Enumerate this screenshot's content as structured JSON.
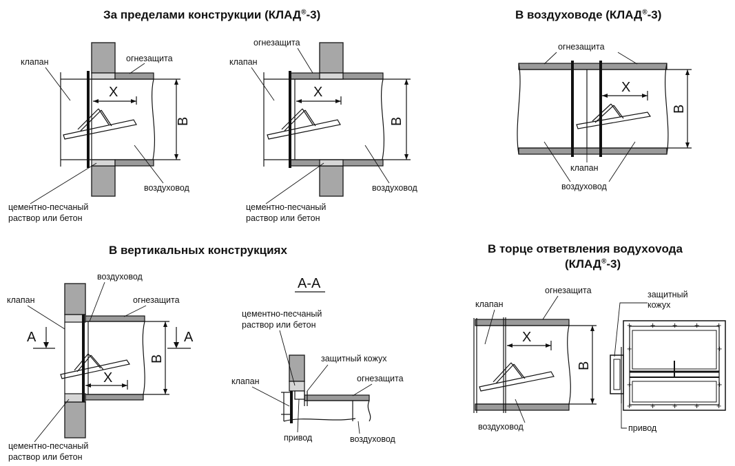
{
  "titles": {
    "outside": "За пределами конструкции (КЛАД",
    "outside_suffix": "-3)",
    "in_duct": "В воздуховоде (КЛАД",
    "in_duct_suffix": "-3)",
    "vertical": "В вертикальных конструкциях",
    "branch_line1": "В торце ответвления водухovода",
    "branch_line2_prefix": "(КЛАД",
    "branch_line2_suffix": "-3)",
    "registered_mark": "®"
  },
  "labels": {
    "valve": "клапан",
    "fire_protection": "огнезащита",
    "duct": "воздуховод",
    "mortar_line1": "цементно-песчаный",
    "mortar_line2": "раствор или бетон",
    "protective_cover": "защитный кожух",
    "protective_line1": "защитный",
    "protective_line2": "кожух",
    "drive": "привод",
    "section": "А-А",
    "section_mark": "А",
    "dim_x": "Х",
    "dim_b": "В"
  }
}
